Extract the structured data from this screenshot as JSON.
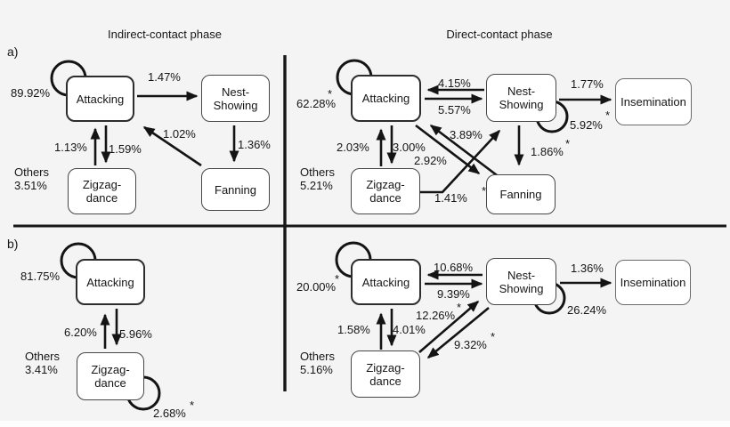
{
  "nodes": {
    "attacking": "Attacking",
    "nest_showing": "Nest-\nShowing",
    "insemination": "Insemination",
    "zigzag_dance": "Zigzag-\ndance",
    "fanning": "Fanning"
  },
  "panels": {
    "a_indirect": {
      "panel_label": "a)",
      "title": "Indirect-contact phase",
      "others": {
        "label": "Others",
        "value": "3.51%"
      },
      "edges": {
        "attacking_self": {
          "value": "89.92%"
        },
        "attacking_to_nest": {
          "value": "1.47%"
        },
        "zigzag_to_attacking": {
          "value": "1.13%"
        },
        "attacking_to_zigzag": {
          "value": "1.59%"
        },
        "nest_to_fanning": {
          "value": "1.36%"
        },
        "fanning_to_attacking": {
          "value": "1.02%"
        }
      }
    },
    "a_direct": {
      "title": "Direct-contact phase",
      "others": {
        "label": "Others",
        "value": "5.21%"
      },
      "edges": {
        "attacking_self": {
          "value": "62.28%",
          "star": "*"
        },
        "nest_to_attacking": {
          "value": "4.15%"
        },
        "attacking_to_nest": {
          "value": "5.57%"
        },
        "nest_to_insemination": {
          "value": "1.77%"
        },
        "nest_self": {
          "value": "5.92%",
          "star": "*"
        },
        "nest_to_fanning": {
          "value": "1.86%",
          "star": "*"
        },
        "zigzag_to_attacking": {
          "value": "2.03%"
        },
        "attacking_to_zigzag": {
          "value": "3.00%"
        },
        "fanning_to_attacking": {
          "value": "3.89%"
        },
        "attacking_to_fanning": {
          "value": "2.92%"
        },
        "zigzag_to_nest": {
          "value": "1.41%",
          "star": "*"
        }
      }
    },
    "b_indirect": {
      "panel_label": "b)",
      "others": {
        "label": "Others",
        "value": "3.41%"
      },
      "edges": {
        "attacking_self": {
          "value": "81.75%"
        },
        "zigzag_to_attacking": {
          "value": "6.20%"
        },
        "attacking_to_zigzag": {
          "value": "5.96%"
        },
        "zigzag_self": {
          "value": "2.68%",
          "star": "*"
        }
      }
    },
    "b_direct": {
      "others": {
        "label": "Others",
        "value": "5.16%"
      },
      "edges": {
        "attacking_self": {
          "value": "20.00%",
          "star": "*"
        },
        "nest_to_attacking": {
          "value": "10.68%"
        },
        "attacking_to_nest": {
          "value": "9.39%"
        },
        "nest_to_insemination": {
          "value": "1.36%"
        },
        "nest_self": {
          "value": "26.24%"
        },
        "zigzag_to_attacking": {
          "value": "1.58%"
        },
        "attacking_to_zigzag": {
          "value": "4.01%"
        },
        "zigzag_to_nest": {
          "value": "12.26%",
          "star": "*"
        },
        "nest_to_zigzag": {
          "value": "9.32%",
          "star": "*"
        }
      }
    }
  }
}
